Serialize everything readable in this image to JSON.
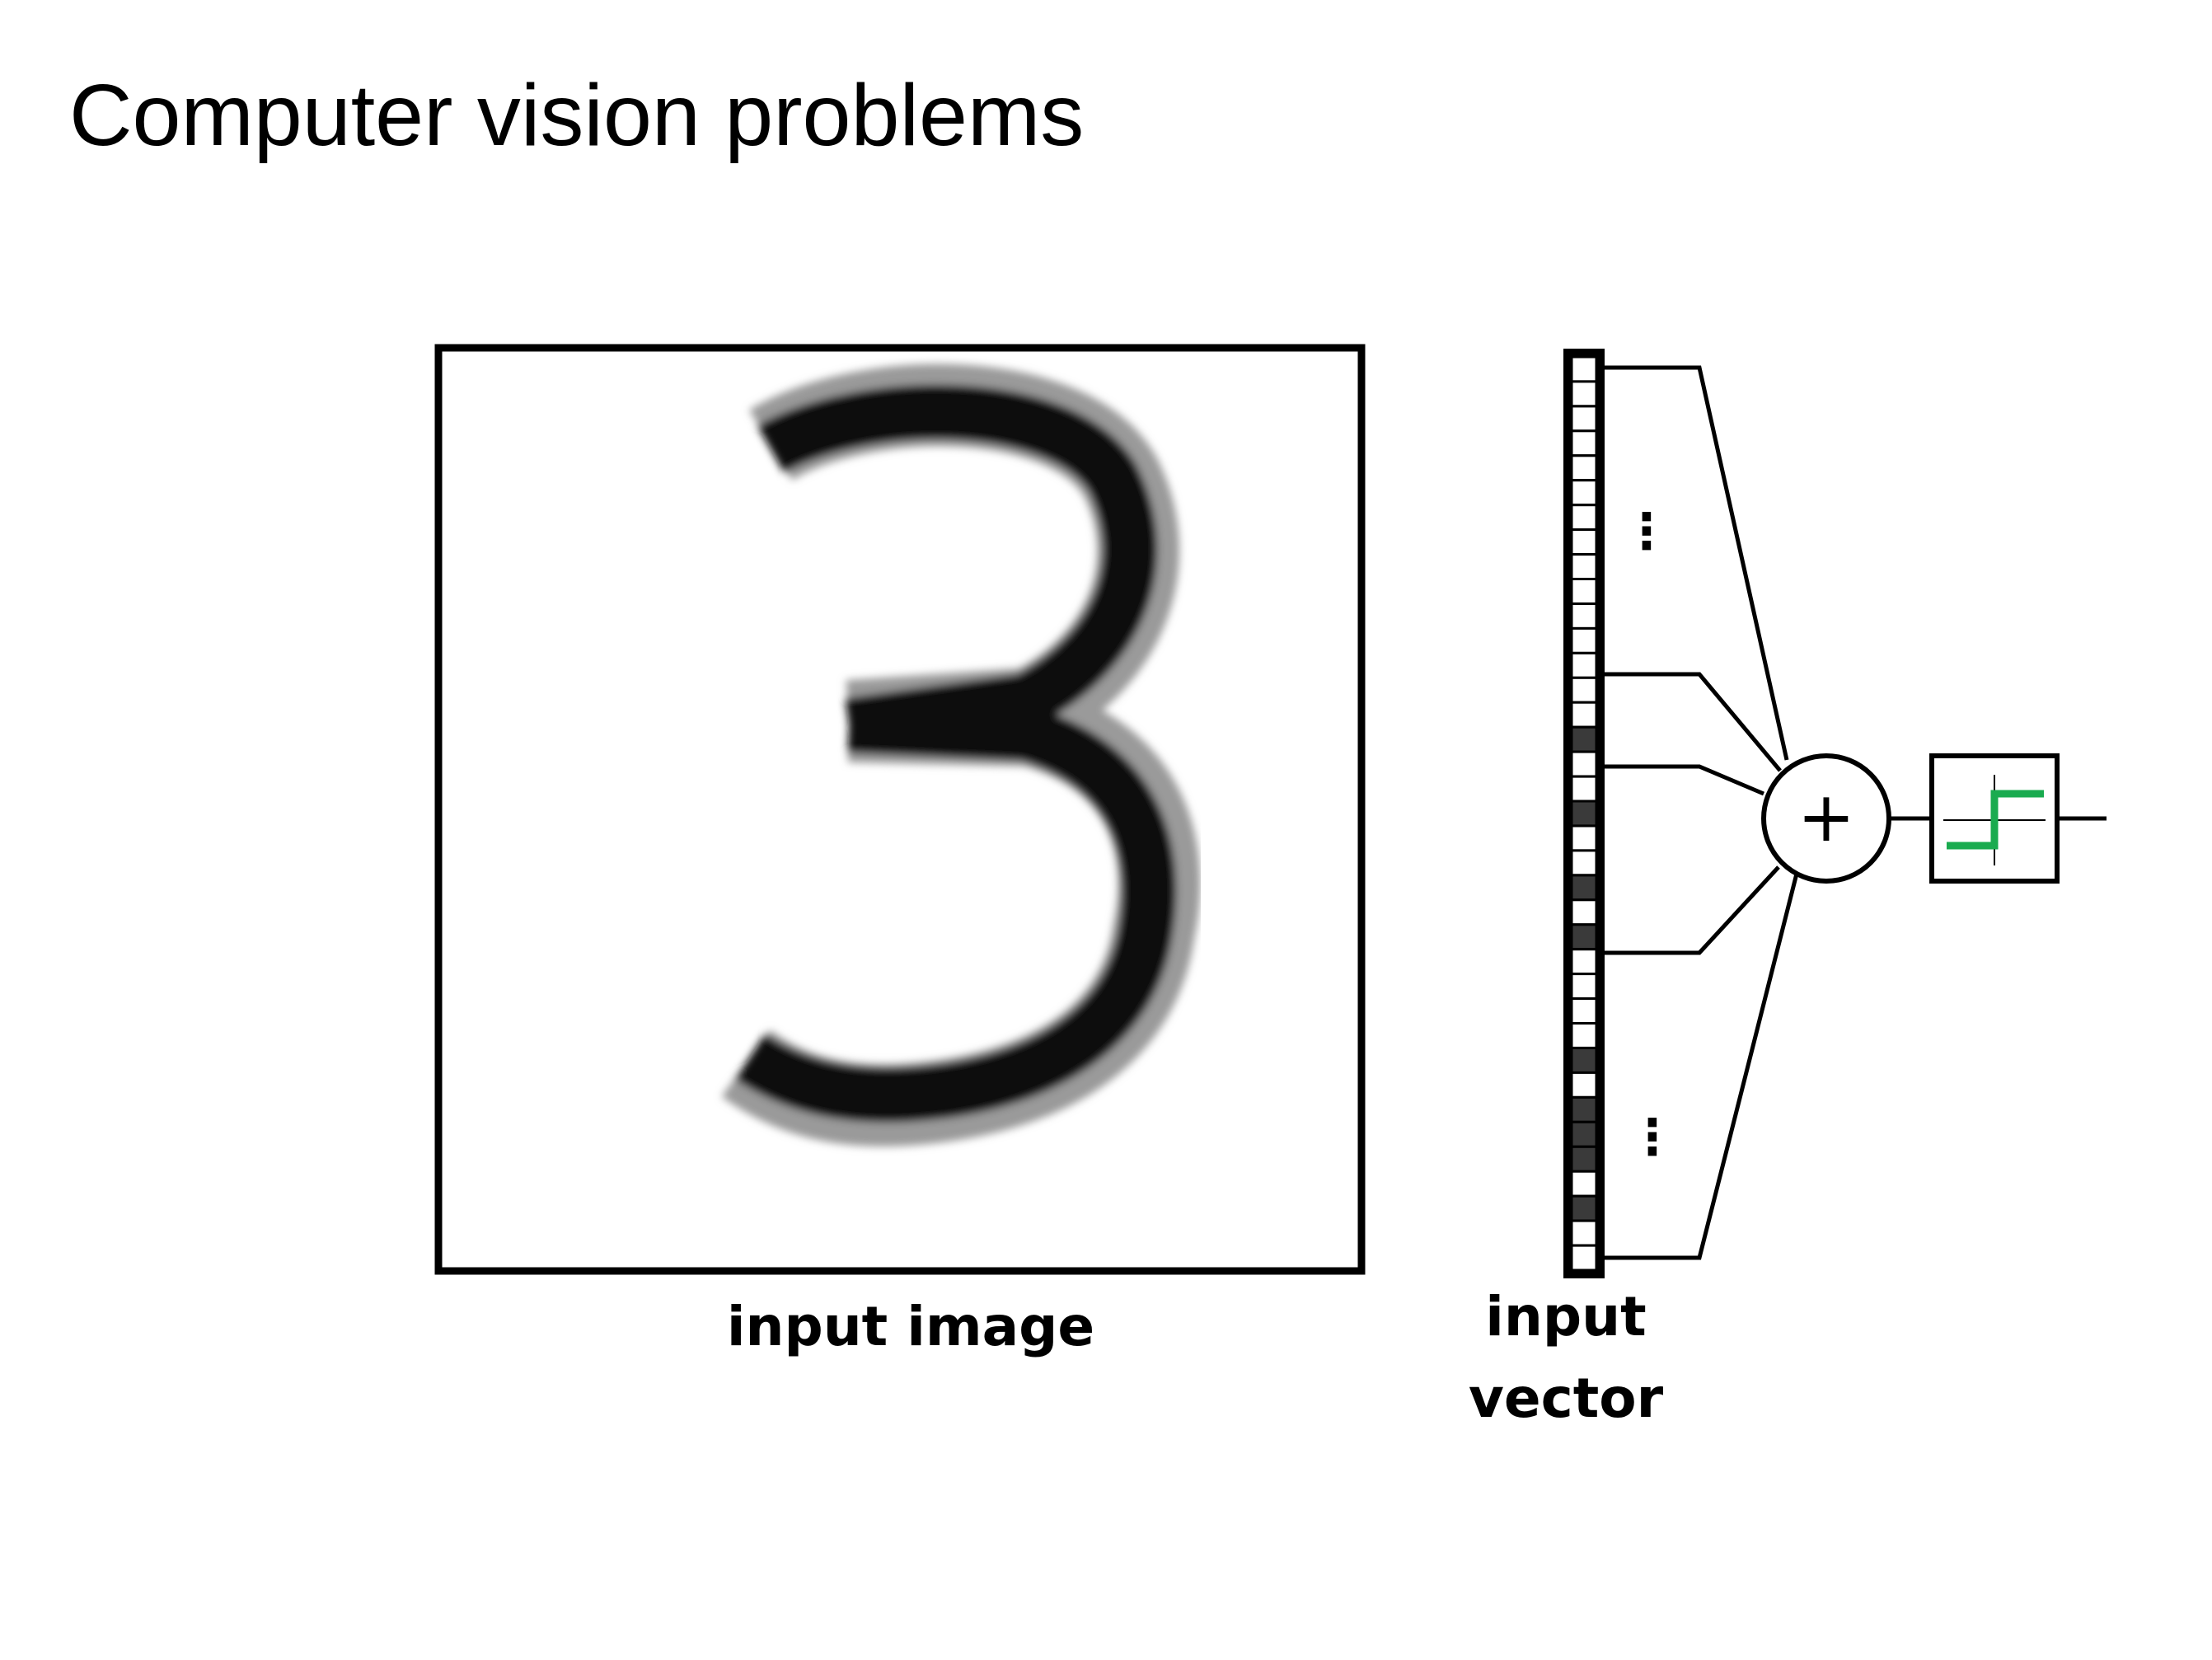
{
  "title": "Computer vision problems",
  "labels": {
    "input_image": "input image",
    "input_vector_line1": "input",
    "input_vector_line2": "vector"
  },
  "diagram": {
    "digit": "3",
    "sum_symbol": "+",
    "ellipsis": "⋮",
    "activation_icon": "step-function-icon",
    "activation_color": "#1aab4f"
  }
}
